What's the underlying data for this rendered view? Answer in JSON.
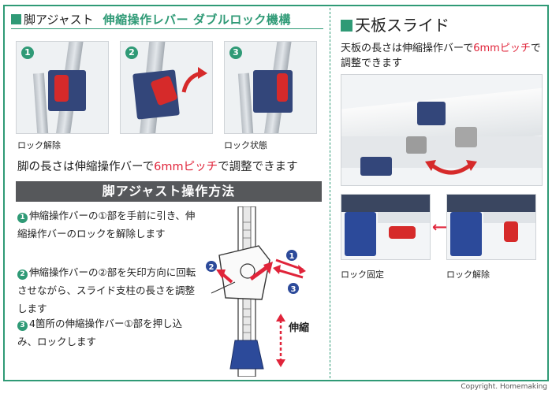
{
  "left": {
    "heading_main": "脚アジャスト",
    "heading_sub": "伸縮操作レバー ダブルロック機構",
    "photos": [
      {
        "number": "1",
        "caption": "ロック解除"
      },
      {
        "number": "2",
        "caption": ""
      },
      {
        "number": "3",
        "caption": "ロック状態"
      }
    ],
    "description_before": "脚の長さは伸縮操作バーで",
    "description_highlight": "6mmピッチ",
    "description_after": "で調整できます",
    "banner": "脚アジャスト操作方法",
    "steps": [
      {
        "number": "1",
        "text": "伸縮操作バーの①部を手前に引き、伸縮操作バーのロックを解除します"
      },
      {
        "number": "2",
        "text": "伸縮操作バーの②部を矢印方向に回転させながら、スライド支柱の長さを調整します"
      },
      {
        "number": "3",
        "text": "4箇所の伸縮操作バー①部を押し込み、ロックします"
      }
    ],
    "diagram": {
      "label_1": "1",
      "label_2": "2",
      "label_3": "3",
      "stretch_label": "伸縮"
    }
  },
  "right": {
    "heading": "天板スライド",
    "description_before": "天板の長さは伸縮操作バーで",
    "description_highlight": "6mmピッチ",
    "description_after": "で調整できます",
    "lock_caption": "ロック固定",
    "unlock_caption": "ロック解除",
    "double_arrow": "⟷"
  },
  "copyright": "Copyright. Homemaking",
  "colors": {
    "accent_green": "#2f9a76",
    "highlight_red": "#e0243a",
    "banner_gray": "#56585b",
    "bracket_blue": "#33467a"
  }
}
